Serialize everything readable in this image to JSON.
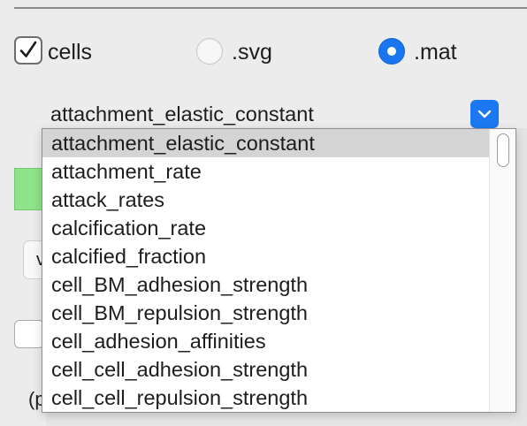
{
  "format": {
    "cells_checkbox": {
      "label": "cells",
      "checked": true
    },
    "radios": [
      {
        "label": ".svg",
        "selected": false
      },
      {
        "label": ".mat",
        "selected": true
      }
    ]
  },
  "field_select": {
    "value": "attachment_elastic_constant",
    "options": [
      "attachment_elastic_constant",
      "attachment_rate",
      "attack_rates",
      "calcification_rate",
      "calcified_fraction",
      "cell_BM_adhesion_strength",
      "cell_BM_repulsion_strength",
      "cell_adhesion_affinities",
      "cell_cell_adhesion_strength",
      "cell_cell_repulsion_strength"
    ],
    "selected_index": 0
  },
  "partially_hidden": {
    "button_fragment": "v",
    "paren_fragment": "(p"
  },
  "colors": {
    "accent": "#1976f0",
    "swatch": "#8fe38b",
    "selected_row": "#d4d4d4"
  },
  "icons": {
    "checkbox": "checkmark-icon",
    "select_arrow": "chevron-down-icon"
  }
}
